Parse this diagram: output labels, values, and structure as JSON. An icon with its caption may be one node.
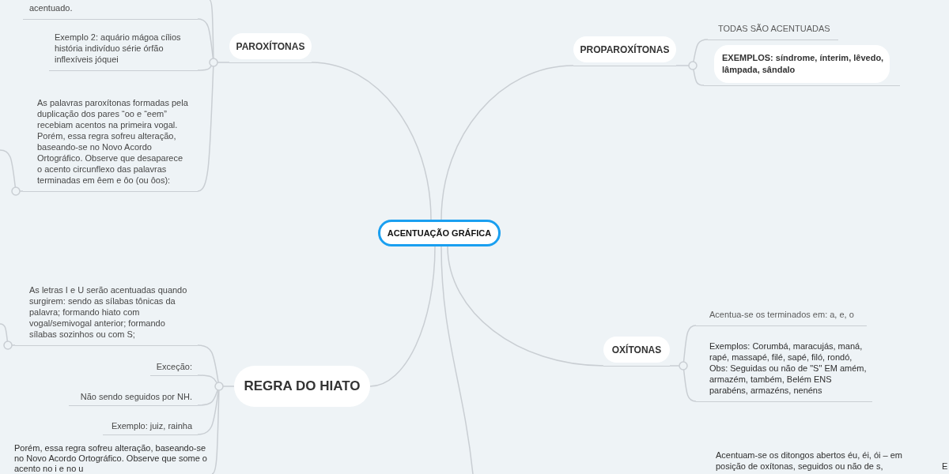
{
  "diagram": {
    "nodes": [
      {
        "text": [
          "ACENTUAÇÃO GRÁFICA"
        ]
      },
      {
        "text": [
          "PAROXÍTONAS"
        ]
      },
      {
        "text": [
          "acentuado."
        ]
      },
      {
        "text": [
          "Exemplo 2: aquário mágoa cílios história indivíduo série órfão inflexíveis jóquei"
        ]
      },
      {
        "text": [
          "As palavras paroxítonas formadas pela duplicação dos pares “oo e “eem” recebiam acentos na primeira vogal. Porém, essa regra sofreu alteração, baseando-se no Novo Acordo Ortográfico. Observe que desaparece o acento circunflexo das palavras terminadas em êem e ôo (ou ôos):"
        ]
      },
      {
        "text": [
          "PROPAROXÍTONAS"
        ]
      },
      {
        "text": [
          "TODAS SÃO ACENTUADAS"
        ]
      },
      {
        "text": [
          "EXEMPLOS: síndrome, ínterim, lêvedo, lâmpada, sândalo"
        ]
      },
      {
        "text": [
          "OXÍTONAS"
        ]
      },
      {
        "text": [
          "Acentua-se os terminados em: a, e, o"
        ]
      },
      {
        "text": [
          "Exemplos: Corumbá, maracujás, maná, rapé, massapé, filé, sapé, filó, rondó, Obs: Seguidas ou não de \"S\" EM amém, armazém, também, Belém ENS parabéns, armazéns, nenéns"
        ]
      },
      {
        "text": [
          "REGRA DO HIATO"
        ]
      },
      {
        "text": [
          "As letras I e U serão acentuadas quando surgirem: sendo as sílabas tônicas da palavra; formando hiato com vogal/semivogal anterior; formando sílabas sozinhos ou com S;"
        ]
      },
      {
        "text": [
          "Exceção:"
        ]
      },
      {
        "text": [
          "Não sendo seguidos por NH."
        ]
      },
      {
        "text": [
          "Exemplo: juiz, rainha"
        ]
      },
      {
        "text": [
          "Porém, essa regra sofreu alteração, baseando-se no Novo Acordo Ortográfico. Observe que some o acento no i e no u"
        ]
      },
      {
        "text": [
          "Acentuam-se os ditongos abertos éu, éi, ói – em posição de oxítonas, seguidos ou não de s,"
        ]
      }
    ],
    "edges": [
      {
        "from": 0,
        "to": 1,
        "arrow": "none"
      },
      {
        "from": 0,
        "to": 5,
        "arrow": "none"
      },
      {
        "from": 0,
        "to": 8,
        "arrow": "none"
      },
      {
        "from": 0,
        "to": 11,
        "arrow": "none"
      },
      {
        "from": 0,
        "to": null,
        "arrow": "none"
      },
      {
        "from": 1,
        "to": null,
        "arrow": "none"
      },
      {
        "from": 1,
        "to": 2,
        "arrow": "none"
      },
      {
        "from": 1,
        "to": 3,
        "arrow": "none"
      },
      {
        "from": 1,
        "to": 4,
        "arrow": "none"
      },
      {
        "from": 4,
        "to": null,
        "arrow": "none"
      },
      {
        "from": 5,
        "to": 6,
        "arrow": "none"
      },
      {
        "from": 5,
        "to": 7,
        "arrow": "none"
      },
      {
        "from": 8,
        "to": 9,
        "arrow": "none"
      },
      {
        "from": 8,
        "to": 10,
        "arrow": "none"
      },
      {
        "from": 11,
        "to": 12,
        "arrow": "none"
      },
      {
        "from": 11,
        "to": 13,
        "arrow": "none"
      },
      {
        "from": 11,
        "to": 14,
        "arrow": "none"
      },
      {
        "from": 11,
        "to": 15,
        "arrow": "none"
      },
      {
        "from": 11,
        "to": 16,
        "arrow": "none"
      },
      {
        "from": 12,
        "to": null,
        "arrow": "none"
      }
    ],
    "labels": [
      "E"
    ]
  }
}
